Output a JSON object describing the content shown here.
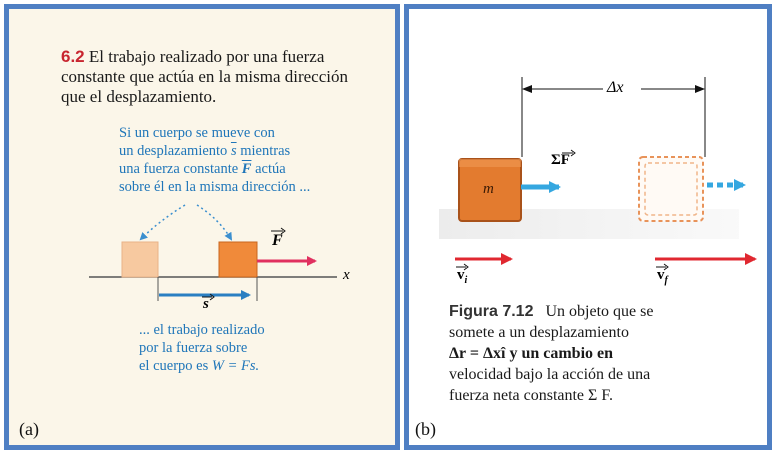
{
  "panel_a": {
    "fig_number": "6.2",
    "caption": "El trabajo realizado por una fuerza constante que actúa en la misma dirección que el desplazamiento.",
    "note_top_1": "Si un cuerpo se mueve con",
    "note_top_2": "un desplazamiento",
    "note_top_s": "s",
    "note_top_3": "mientras",
    "note_top_4": "una fuerza constante",
    "note_top_F": "F",
    "note_top_5": "actúa",
    "note_top_6": "sobre él en la misma dirección ...",
    "force_label": "F",
    "axis_label": "x",
    "displacement_label": "s",
    "note_bottom_1": "... el trabajo realizado",
    "note_bottom_2": "por la fuerza sobre",
    "note_bottom_3": "el cuerpo es",
    "note_bottom_eq": "W = Fs.",
    "panel_letter": "(a)"
  },
  "panel_b": {
    "delta_x_label": "Δx",
    "net_force_label": "ΣF",
    "mass_label": "m",
    "vi_label": "v",
    "vi_sub": "i",
    "vf_label": "v",
    "vf_sub": "f",
    "fig_title": "Figura 7.12",
    "caption_1": "Un objeto que se",
    "caption_2": "somete a un desplazamiento",
    "caption_3": "Δr = Δxî y un cambio en",
    "caption_4": "velocidad bajo la acción de una",
    "caption_5": "fuerza neta constante Σ F.",
    "panel_letter": "(b)"
  },
  "colors": {
    "border": "#4f7fc3",
    "red_accent": "#c8252f",
    "note_blue": "#1f76b9",
    "force_magenta": "#e0305f",
    "arrow_blue": "#3b8fcf",
    "block_orange": "#f08a3a",
    "block_light": "#f7c9a0"
  }
}
